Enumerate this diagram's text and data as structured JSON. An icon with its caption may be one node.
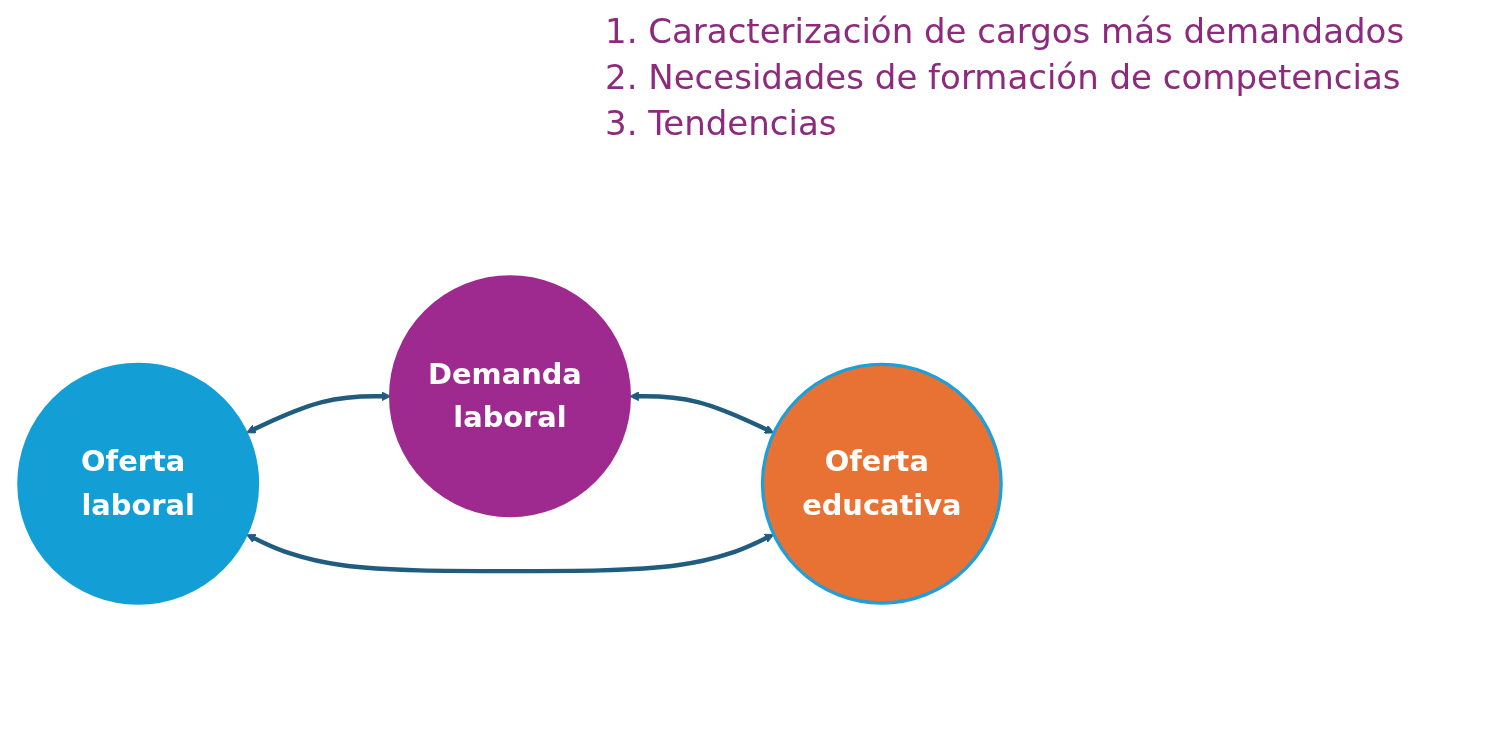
{
  "diagram": {
    "nodes": [
      {
        "text": [
          "Demanda laboral"
        ]
      },
      {
        "text": [
          "Oferta laboral"
        ]
      },
      {
        "text": [
          "Oferta educativa"
        ]
      }
    ],
    "edges": [
      {
        "from": 1,
        "to": 0,
        "arrow": "both"
      },
      {
        "from": 0,
        "to": 2,
        "arrow": "both"
      },
      {
        "from": 1,
        "to": 2,
        "arrow": "both"
      }
    ],
    "labels": [
      "1. Caracterización de cargos más demandados",
      "2. Necesidades de formación de competencias",
      "3. Tendencias"
    ]
  }
}
